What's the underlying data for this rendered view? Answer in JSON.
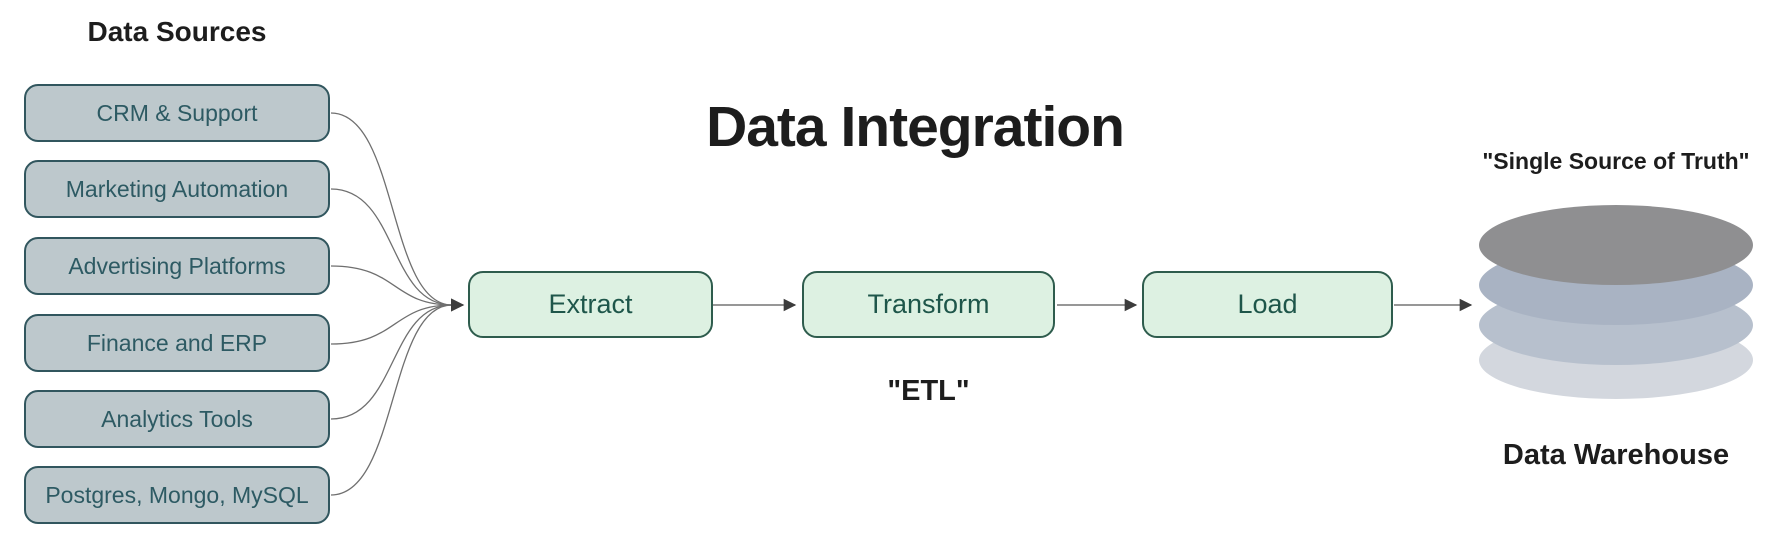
{
  "diagram": {
    "title": "Data Integration",
    "etl_caption": "\"ETL\"",
    "sources": {
      "heading": "Data Sources",
      "items": [
        {
          "label": "CRM & Support"
        },
        {
          "label": "Marketing Automation"
        },
        {
          "label": "Advertising Platforms"
        },
        {
          "label": "Finance and ERP"
        },
        {
          "label": "Analytics Tools"
        },
        {
          "label": "Postgres, Mongo, MySQL"
        }
      ]
    },
    "stages": [
      {
        "label": "Extract"
      },
      {
        "label": "Transform"
      },
      {
        "label": "Load"
      }
    ],
    "warehouse": {
      "quote": "\"Single Source of Truth\"",
      "label": "Data Warehouse",
      "icon": "database-stack-icon",
      "disc_colors": [
        "#8f8f91",
        "#a9b3c3",
        "#b7c0cd",
        "#d3d7de"
      ]
    },
    "colors": {
      "source_box_fill": "#bdc8cc",
      "source_box_border": "#31565e",
      "source_box_text": "#2d5a63",
      "stage_box_fill": "#ddf1e2",
      "stage_box_border": "#2e5c4d",
      "stage_box_text": "#1e564a",
      "connector": "#6f6f6f",
      "heading_text": "#1d1d1d",
      "background": "#ffffff"
    }
  }
}
